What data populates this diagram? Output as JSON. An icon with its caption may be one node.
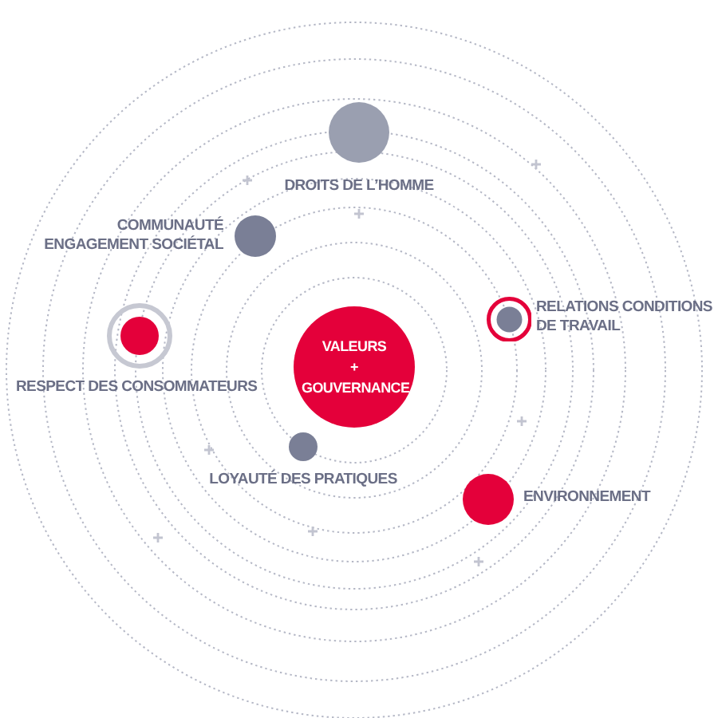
{
  "diagram": {
    "nodes": [
      {
        "text": [
          "DROITS DE L’HOMME"
        ]
      },
      {
        "text": [
          "COMMUNAUTÉ ENGAGEMENT SOCIÉTAL"
        ]
      },
      {
        "text": [
          "RELATIONS CONDITIONS DE TRAVAIL"
        ]
      },
      {
        "text": [
          "RESPECT DES CONSOMMATEURS"
        ]
      },
      {
        "text": [
          "VALEURS + GOUVERNANCE"
        ]
      },
      {
        "text": [
          "LOYAUTÉ DES PRATIQUES"
        ]
      },
      {
        "text": [
          "ENVIRONNEMENT"
        ]
      }
    ]
  }
}
